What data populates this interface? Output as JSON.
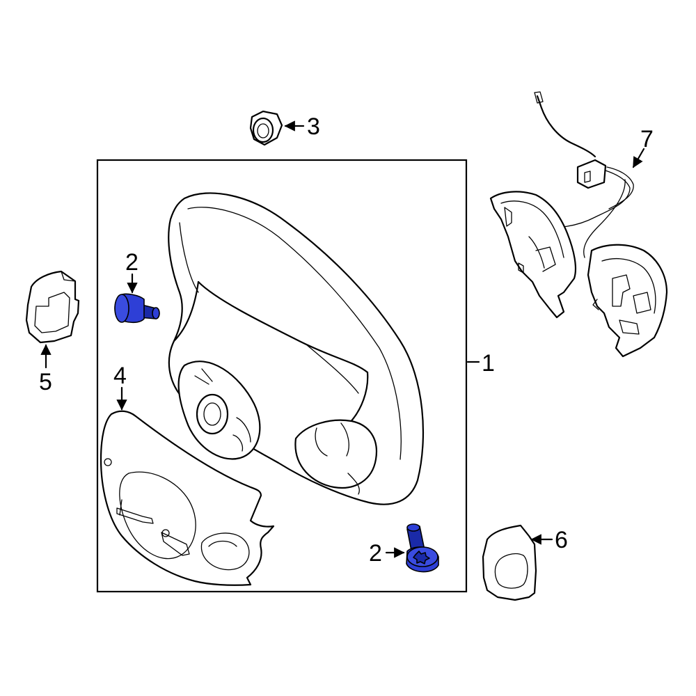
{
  "callouts": {
    "c1": "1",
    "c2a": "2",
    "c2b": "2",
    "c3": "3",
    "c4": "4",
    "c5": "5",
    "c6": "6",
    "c7": "7"
  },
  "colors": {
    "highlight": "#2e3fd6",
    "highlight_dark": "#1a2aa8",
    "line": "#000000",
    "background": "#ffffff"
  }
}
